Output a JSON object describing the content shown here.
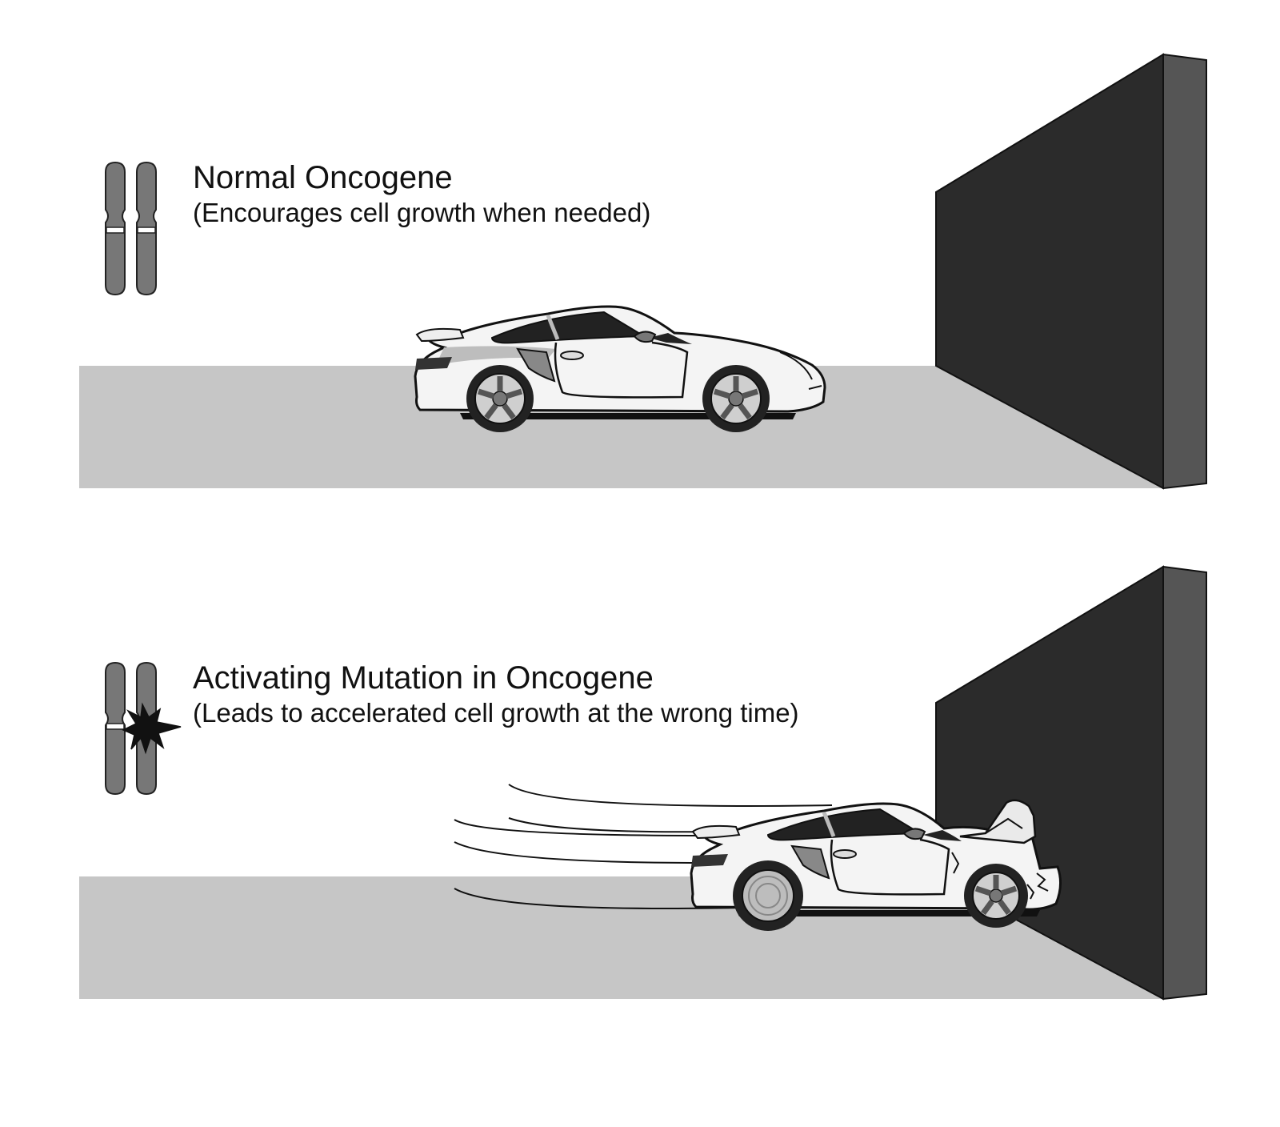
{
  "panels": [
    {
      "id": "normal",
      "title": "Normal Oncogene",
      "subtitle": "(Encourages cell growth when needed)",
      "chromosome_state": "normal",
      "car_state": "stopped-before-wall"
    },
    {
      "id": "mutated",
      "title": "Activating Mutation in Oncogene",
      "subtitle": "(Leads to accelerated cell growth at the wrong time)",
      "chromosome_state": "mutated",
      "car_state": "crashed-into-wall"
    }
  ],
  "colors": {
    "road": "#c6c6c6",
    "wall_front": "#2b2b2b",
    "wall_side": "#555555",
    "chromosome": "#777777",
    "text": "#111111"
  }
}
